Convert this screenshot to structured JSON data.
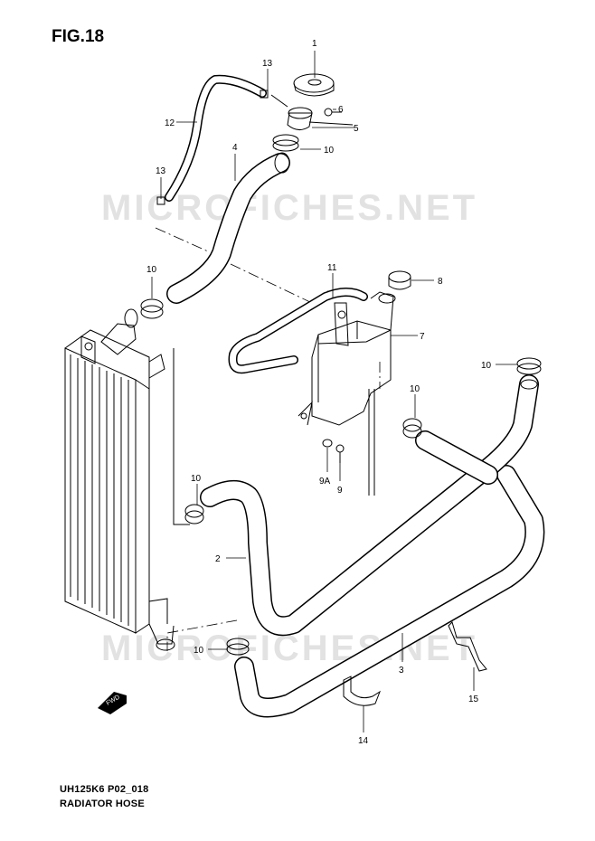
{
  "figure": {
    "title": "FIG.18",
    "model_code": "UH125K6 P02_018",
    "name": "RADIATOR HOSE"
  },
  "watermark": "MICROFICHES.NET",
  "direction_marker": "FWD",
  "callouts": [
    "1",
    "13",
    "6",
    "12",
    "5",
    "4",
    "10",
    "13",
    "10",
    "11",
    "8",
    "7",
    "10",
    "10",
    "9A",
    "9",
    "10",
    "2",
    "3",
    "10",
    "15",
    "14"
  ]
}
